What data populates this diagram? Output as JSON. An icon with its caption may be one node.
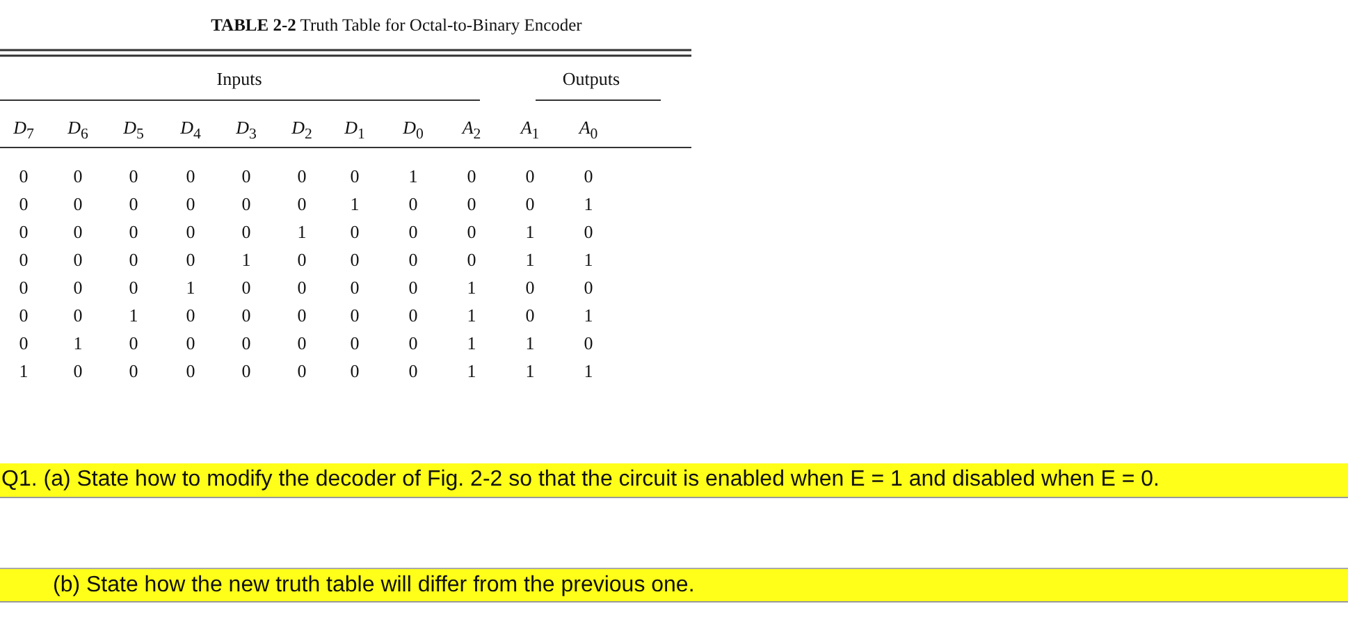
{
  "diagram": {
    "title": "**TABLE 2-2** Truth Table for Octal-to-Binary Encoder",
    "nodes": [
      {
        "text": [
          "Q1. (a) State how to modify the decoder of Fig. 2-2 so that the circuit is enabled when E = 1 and disabled when E = 0."
        ]
      },
      {
        "text": [
          "(b) State how the new truth table will differ from the previous one."
        ]
      }
    ],
    "labels": [
      "Inputs",
      "Outputs",
      "*D*$_{7}$",
      "*D*$_{6}$",
      "*D*$_{5}$",
      "*D*$_{4}$",
      "*D*$_{3}$",
      "*D*$_{2}$",
      "*D*$_{1}$",
      "*D*$_{0}$",
      "*A*$_{2}$",
      "*A*$_{1}$",
      "*A*$_{0}$",
      "0",
      "0",
      "0",
      "0",
      "0",
      "0",
      "0",
      "1",
      "0",
      "0",
      "0",
      "0",
      "0",
      "0",
      "0",
      "0",
      "0",
      "1",
      "0",
      "0",
      "0",
      "1",
      "0",
      "0",
      "0",
      "0",
      "0",
      "1",
      "0",
      "0",
      "0",
      "1",
      "0",
      "0",
      "0",
      "0",
      "0",
      "1",
      "0",
      "0",
      "0",
      "0",
      "1",
      "1",
      "0",
      "0",
      "0",
      "1",
      "0",
      "0",
      "0",
      "0",
      "1",
      "0",
      "0",
      "0",
      "0",
      "1",
      "0",
      "0",
      "0",
      "0",
      "0",
      "1",
      "0",
      "1",
      "0",
      "1",
      "0",
      "0",
      "0",
      "0",
      "0",
      "0",
      "1",
      "1",
      "0",
      "1",
      "0",
      "0",
      "0",
      "0",
      "0",
      "0",
      "0",
      "1",
      "1",
      "1"
    ]
  }
}
